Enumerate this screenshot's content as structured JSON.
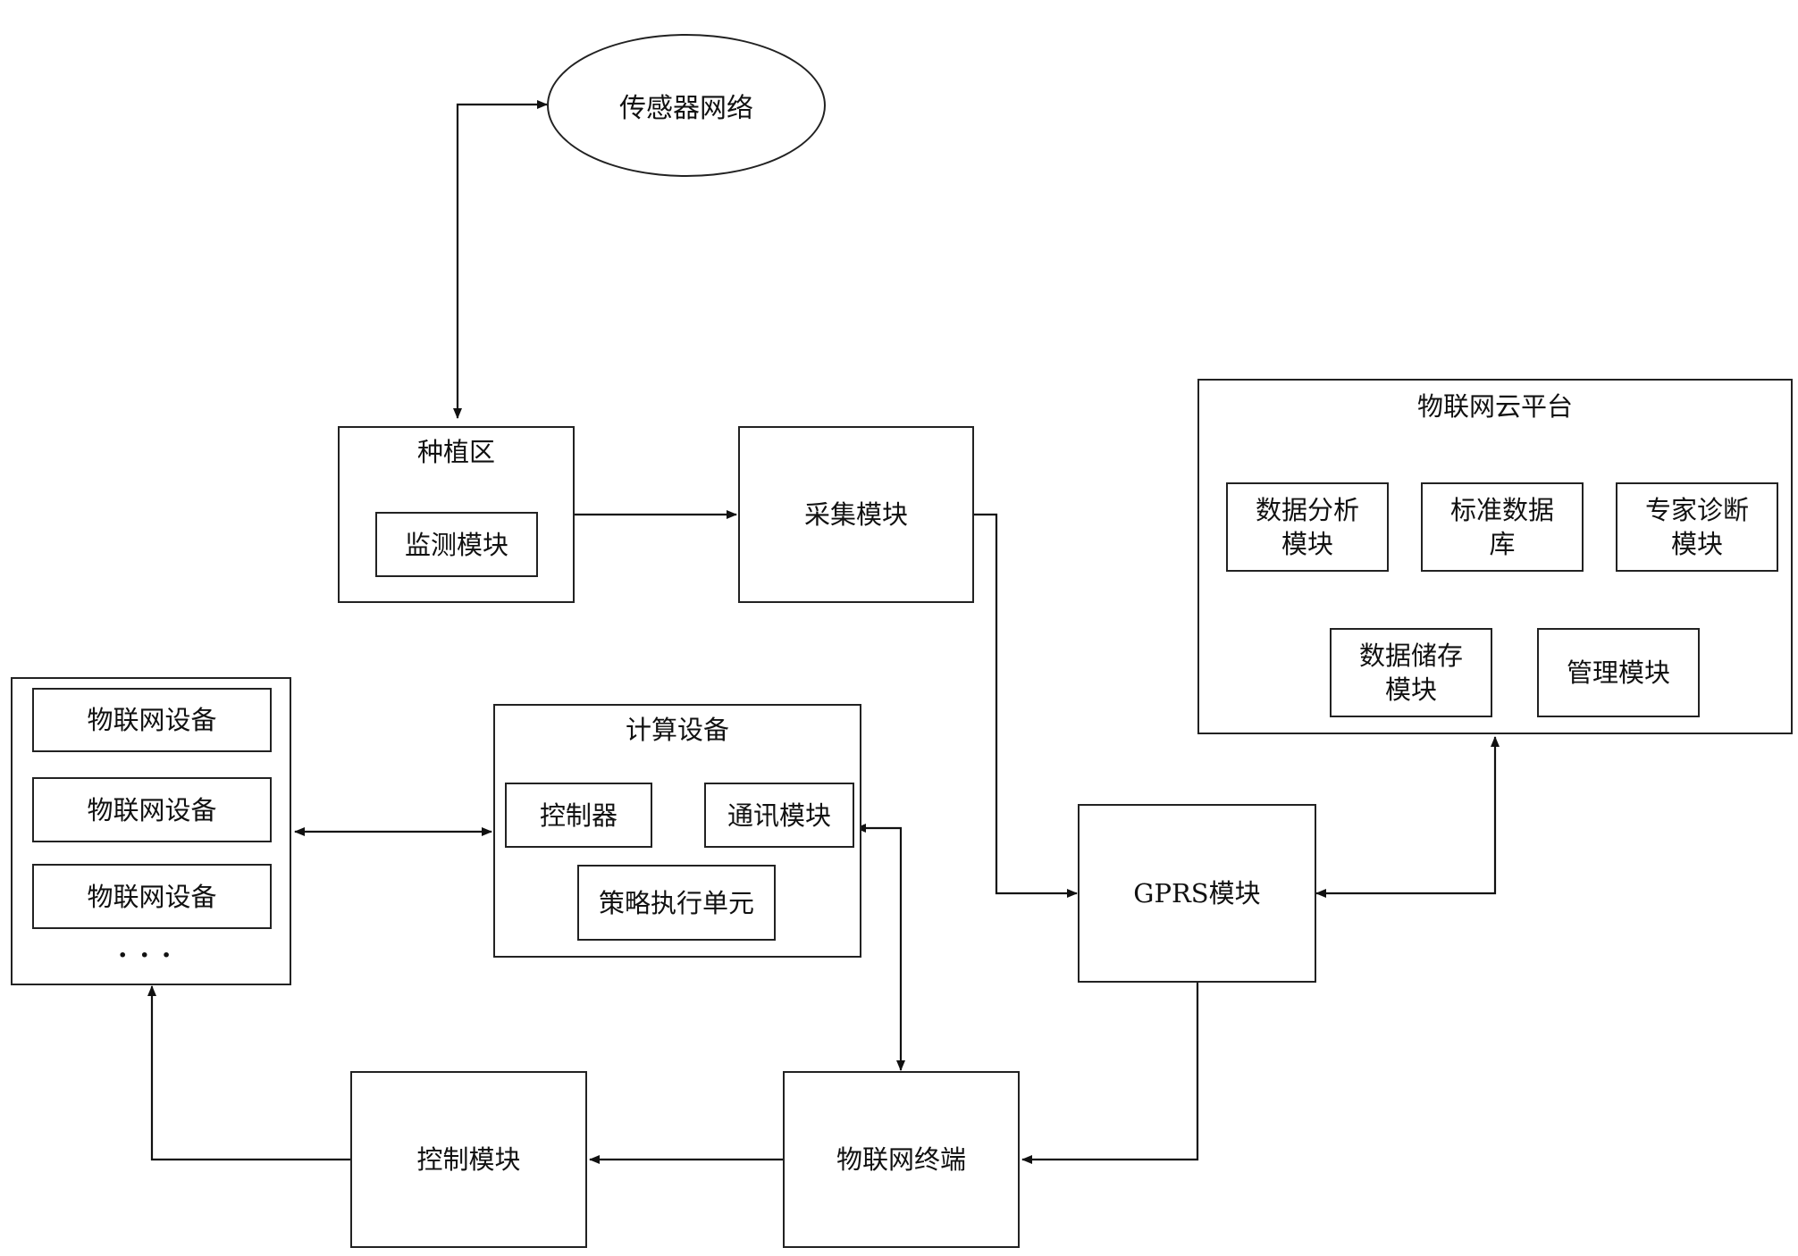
{
  "nodes": {
    "sensor_network": "传感器网络",
    "planting_area": "种植区",
    "monitor_module": "监测模块",
    "collect_module": "采集模块",
    "cloud_platform": "物联网云平台",
    "data_analysis": [
      "数据分析",
      "模块"
    ],
    "standard_db": [
      "标准数据",
      "库"
    ],
    "expert_diag": [
      "专家诊断",
      "模块"
    ],
    "data_storage": [
      "数据储存",
      "模块"
    ],
    "manage_module": "管理模块",
    "iot_devices": [
      "物联网设备",
      "物联网设备",
      "物联网设备"
    ],
    "ellipsis": "···",
    "computing_device": "计算设备",
    "controller": "控制器",
    "comm_module": "通讯模块",
    "strategy_unit": "策略执行单元",
    "gprs_module": "GPRS模块",
    "control_module": "控制模块",
    "iot_terminal": "物联网终端"
  },
  "colors": {
    "line": "#111111",
    "border": "#222222",
    "background": "#ffffff"
  }
}
